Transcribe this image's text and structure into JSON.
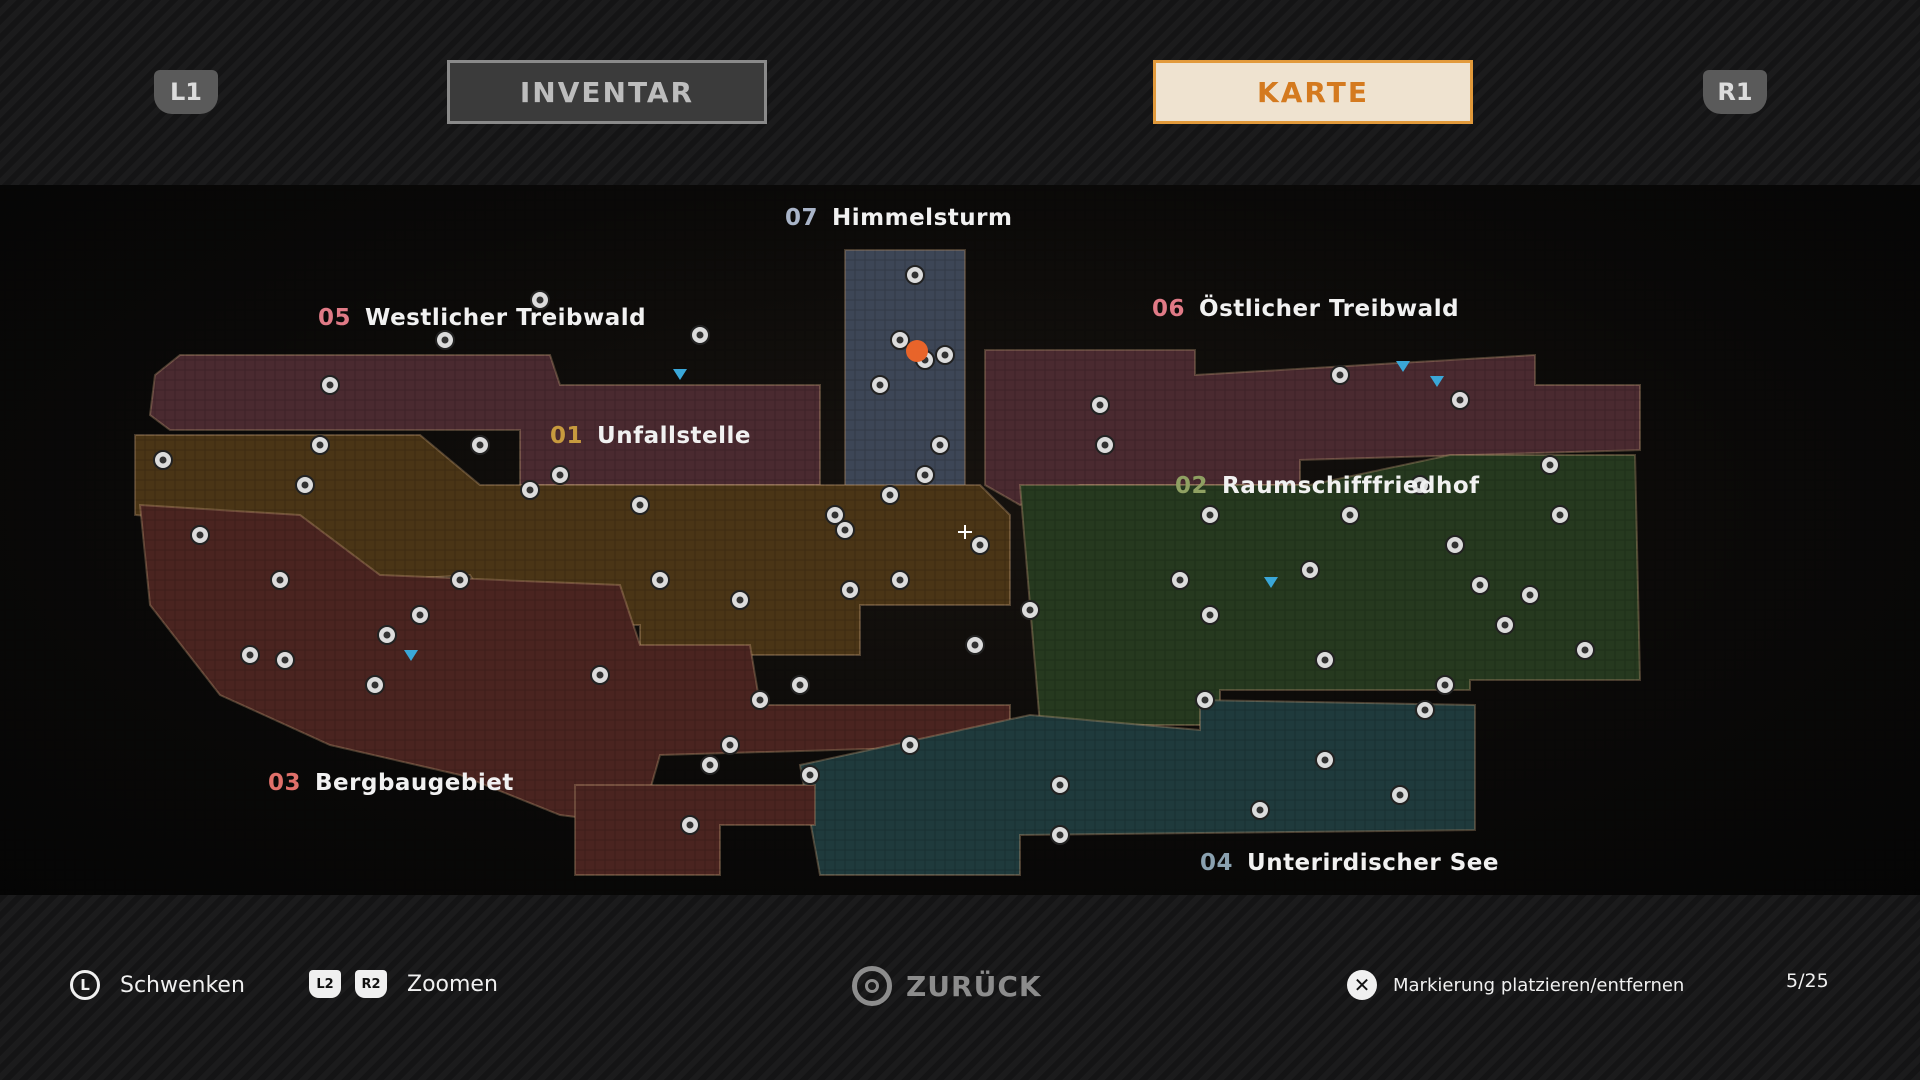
{
  "header": {
    "left_shoulder": "L1",
    "right_shoulder": "R1",
    "tabs": [
      {
        "label": "INVENTAR",
        "active": false
      },
      {
        "label": "KARTE",
        "active": true
      }
    ]
  },
  "map": {
    "regions": [
      {
        "num": "07",
        "name": "Himmelsturm",
        "num_color": "#a9b4c8"
      },
      {
        "num": "05",
        "name": "Westlicher Treibwald",
        "num_color": "#e07a86"
      },
      {
        "num": "06",
        "name": "Östlicher Treibwald",
        "num_color": "#e07a86"
      },
      {
        "num": "01",
        "name": "Unfallstelle",
        "num_color": "#c79a3e"
      },
      {
        "num": "02",
        "name": "Raumschifffriedhof",
        "num_color": "#8fa062"
      },
      {
        "num": "03",
        "name": "Bergbaugebiet",
        "num_color": "#e0706a"
      },
      {
        "num": "04",
        "name": "Unterirdischer See",
        "num_color": "#8aa1b0"
      }
    ],
    "region_colors": {
      "himmelsturm": "#3d4656",
      "treibwald": "#4a2a30",
      "unfallstelle": "#4a3516",
      "raumschifffriedhof": "#26391f",
      "bergbaugebiet": "#4a2420",
      "see": "#1f3a3c"
    },
    "boss_marker_color": "#e8642a",
    "waypoint_color": "#3aa7d8"
  },
  "footer": {
    "pan": {
      "button": "L",
      "label": "Schwenken"
    },
    "zoom": {
      "button_left": "L2",
      "button_right": "R2",
      "label": "Zoomen"
    },
    "back": {
      "label": "ZURÜCK"
    },
    "mark": {
      "button": "✕",
      "label": "Markierung platzieren/entfernen"
    },
    "counter": "5/25"
  }
}
